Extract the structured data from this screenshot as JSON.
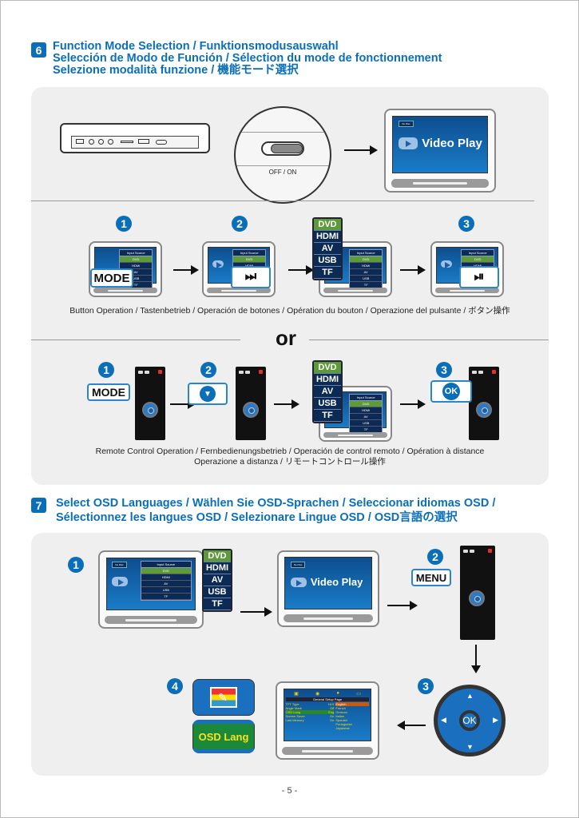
{
  "section6": {
    "number": "6",
    "title_lines": [
      "Function Mode Selection / Funktionsmodusauswahl",
      "Selección de Modo de Función / Sélection du mode de fonctionnement",
      "Selezione modalità funzione / 機能モード選択"
    ],
    "power_switch_label": "OFF / ON",
    "video_play_label": "Video Play",
    "no_disc_label": "No Disc",
    "menu_title": "Input Source",
    "menu_items": [
      "DVD",
      "HDMI",
      "AV",
      "USB",
      "TF"
    ],
    "selected_source": "DVD",
    "button_steps": [
      {
        "num": "1",
        "callout": "MODE"
      },
      {
        "num": "2",
        "callout": "⏭"
      },
      {
        "num": "3",
        "callout": "⏯"
      }
    ],
    "button_caption": "Button Operation / Tastenbetrieb / Operación de botones / Opération du bouton / Operazione del pulsante / ボタン操作",
    "or_label": "or",
    "remote_steps": [
      {
        "num": "1",
        "callout": "MODE"
      },
      {
        "num": "2",
        "callout": "▼"
      },
      {
        "num": "3",
        "callout": "OK"
      }
    ],
    "remote_caption_lines": [
      "Remote Control Operation / Fernbedienungsbetrieb / Operación de control remoto / Opération à distance",
      "Operazione a distanza / リモートコントロール操作"
    ]
  },
  "section7": {
    "number": "7",
    "title_lines": [
      "Select OSD Languages / Wählen Sie OSD-Sprachen / Seleccionar idiomas OSD /",
      "Sélectionnez les langues OSD / Selezionare Lingue OSD / OSD言語の選択"
    ],
    "steps": [
      {
        "num": "1"
      },
      {
        "num": "2",
        "callout": "MENU"
      },
      {
        "num": "3",
        "ok_label": "OK"
      },
      {
        "num": "4",
        "callout": "OSD Lang"
      }
    ],
    "setup_page_title": "General Setup Page",
    "setup_rows": [
      {
        "label": "TFT Type",
        "value": "16:9"
      },
      {
        "label": "Angle Mark",
        "value": "Off"
      },
      {
        "label": "OSD Lang",
        "value": "Eng"
      },
      {
        "label": "Screen Saver",
        "value": "On"
      },
      {
        "label": "Last Memory",
        "value": "On"
      }
    ],
    "languages": [
      "English",
      "French",
      "German",
      "Italian",
      "Spanish",
      "Portuguese",
      "Japanese"
    ],
    "selected_language": "English"
  },
  "page_number": "- 5 -",
  "colors": {
    "accent": "#0a6fb8",
    "selected": "#5c9a3a",
    "menu_bg": "#0b2a55",
    "panel": "#efefef"
  }
}
